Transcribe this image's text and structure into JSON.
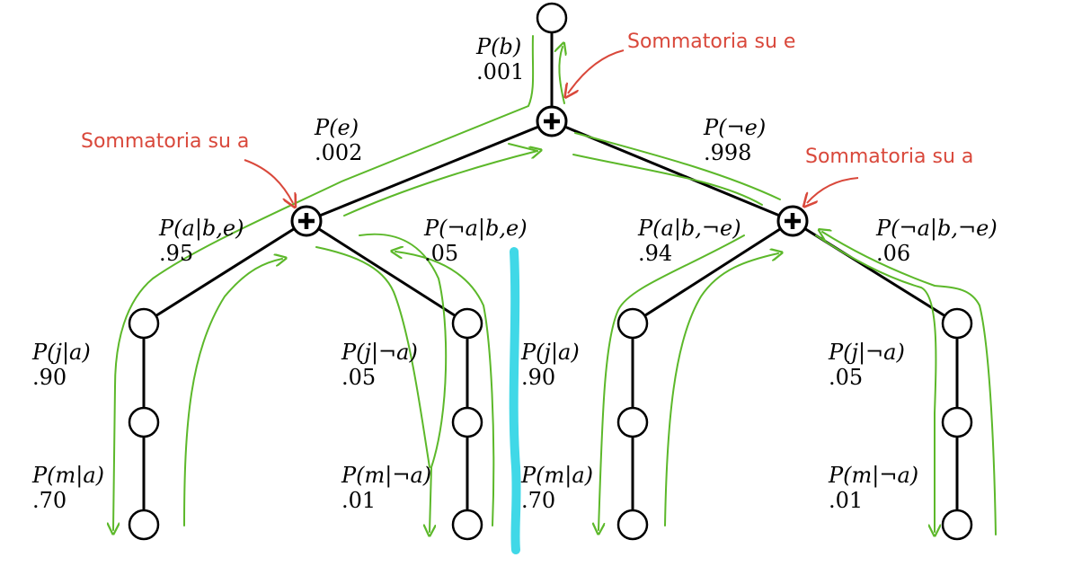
{
  "colors": {
    "edge": "#000000",
    "node_fill": "#ffffff",
    "annotation": "#d9483b",
    "trace": "#5cb82a",
    "divider": "#36d6e6"
  },
  "labels": {
    "pb": {
      "text": "P(b)",
      "value": ".001"
    },
    "pe": {
      "text": "P(e)",
      "value": ".002"
    },
    "pne": {
      "text": "P(¬e)",
      "value": ".998"
    },
    "pa_be": {
      "text": "P(a|b,e)",
      "value": ".95"
    },
    "pna_be": {
      "text": "P(¬a|b,e)",
      "value": ".05"
    },
    "pa_bne": {
      "text": "P(a|b,¬e)",
      "value": ".94"
    },
    "pna_bne": {
      "text": "P(¬a|b,¬e)",
      "value": ".06"
    },
    "pj_a_1": {
      "text": "P(j|a)",
      "value": ".90"
    },
    "pm_a_1": {
      "text": "P(m|a)",
      "value": ".70"
    },
    "pj_na_1": {
      "text": "P(j|¬a)",
      "value": ".05"
    },
    "pm_na_1": {
      "text": "P(m|¬a)",
      "value": ".01"
    },
    "pj_a_2": {
      "text": "P(j|a)",
      "value": ".90"
    },
    "pm_a_2": {
      "text": "P(m|a)",
      "value": ".70"
    },
    "pj_na_2": {
      "text": "P(j|¬a)",
      "value": ".05"
    },
    "pm_na_2": {
      "text": "P(m|¬a)",
      "value": ".01"
    }
  },
  "annotations": {
    "sum_e": "Sommatoria su e",
    "sum_a_left": "Sommatoria su a",
    "sum_a_right": "Sommatoria su a"
  }
}
